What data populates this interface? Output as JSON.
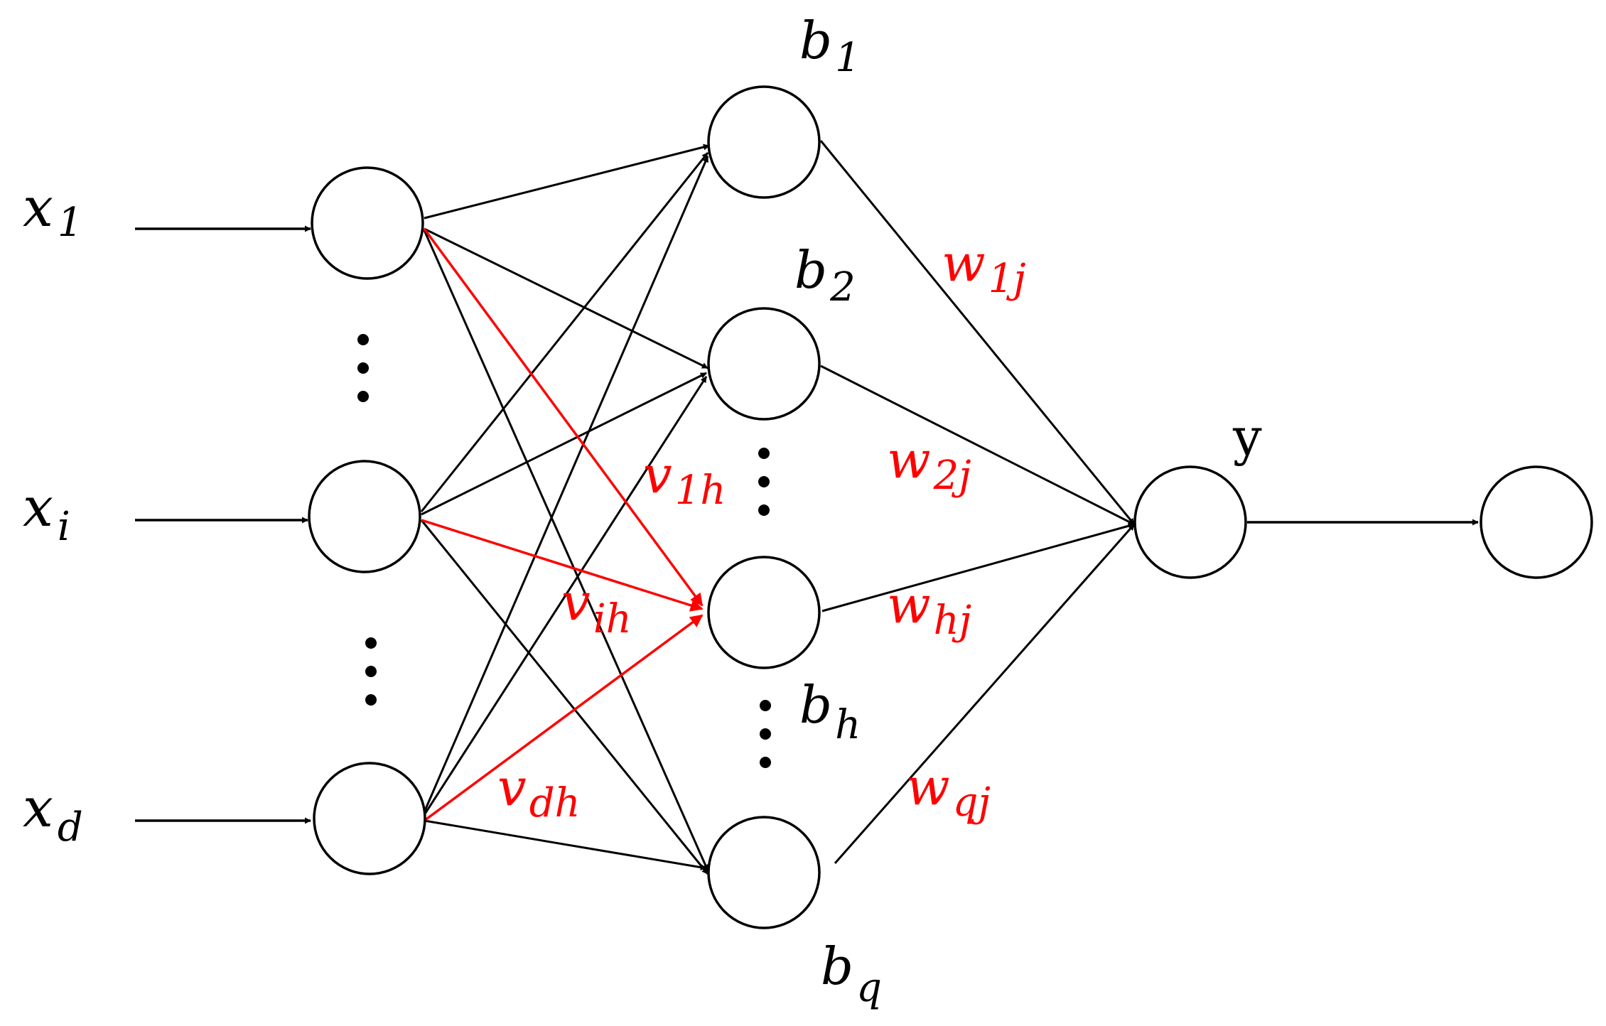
{
  "colors": {
    "edge": "#000000",
    "highlight": "#ff0000",
    "node_stroke": "#000000",
    "node_fill": "#ffffff"
  },
  "inputs": [
    {
      "base": "x",
      "sub": "1"
    },
    {
      "base": "x",
      "sub": "i"
    },
    {
      "base": "x",
      "sub": "d"
    }
  ],
  "hidden_biases": [
    {
      "base": "b",
      "sub": "1"
    },
    {
      "base": "b",
      "sub": "2"
    },
    {
      "base": "b",
      "sub": "h"
    },
    {
      "base": "b",
      "sub": "q"
    }
  ],
  "output_label": "y",
  "input_weights": [
    {
      "base": "v",
      "sub": "1h"
    },
    {
      "base": "v",
      "sub": "ih"
    },
    {
      "base": "v",
      "sub": "dh"
    }
  ],
  "output_weights": [
    {
      "base": "w",
      "sub": "1j"
    },
    {
      "base": "w",
      "sub": "2j"
    },
    {
      "base": "w",
      "sub": "hj"
    },
    {
      "base": "w",
      "sub": "qj"
    }
  ]
}
